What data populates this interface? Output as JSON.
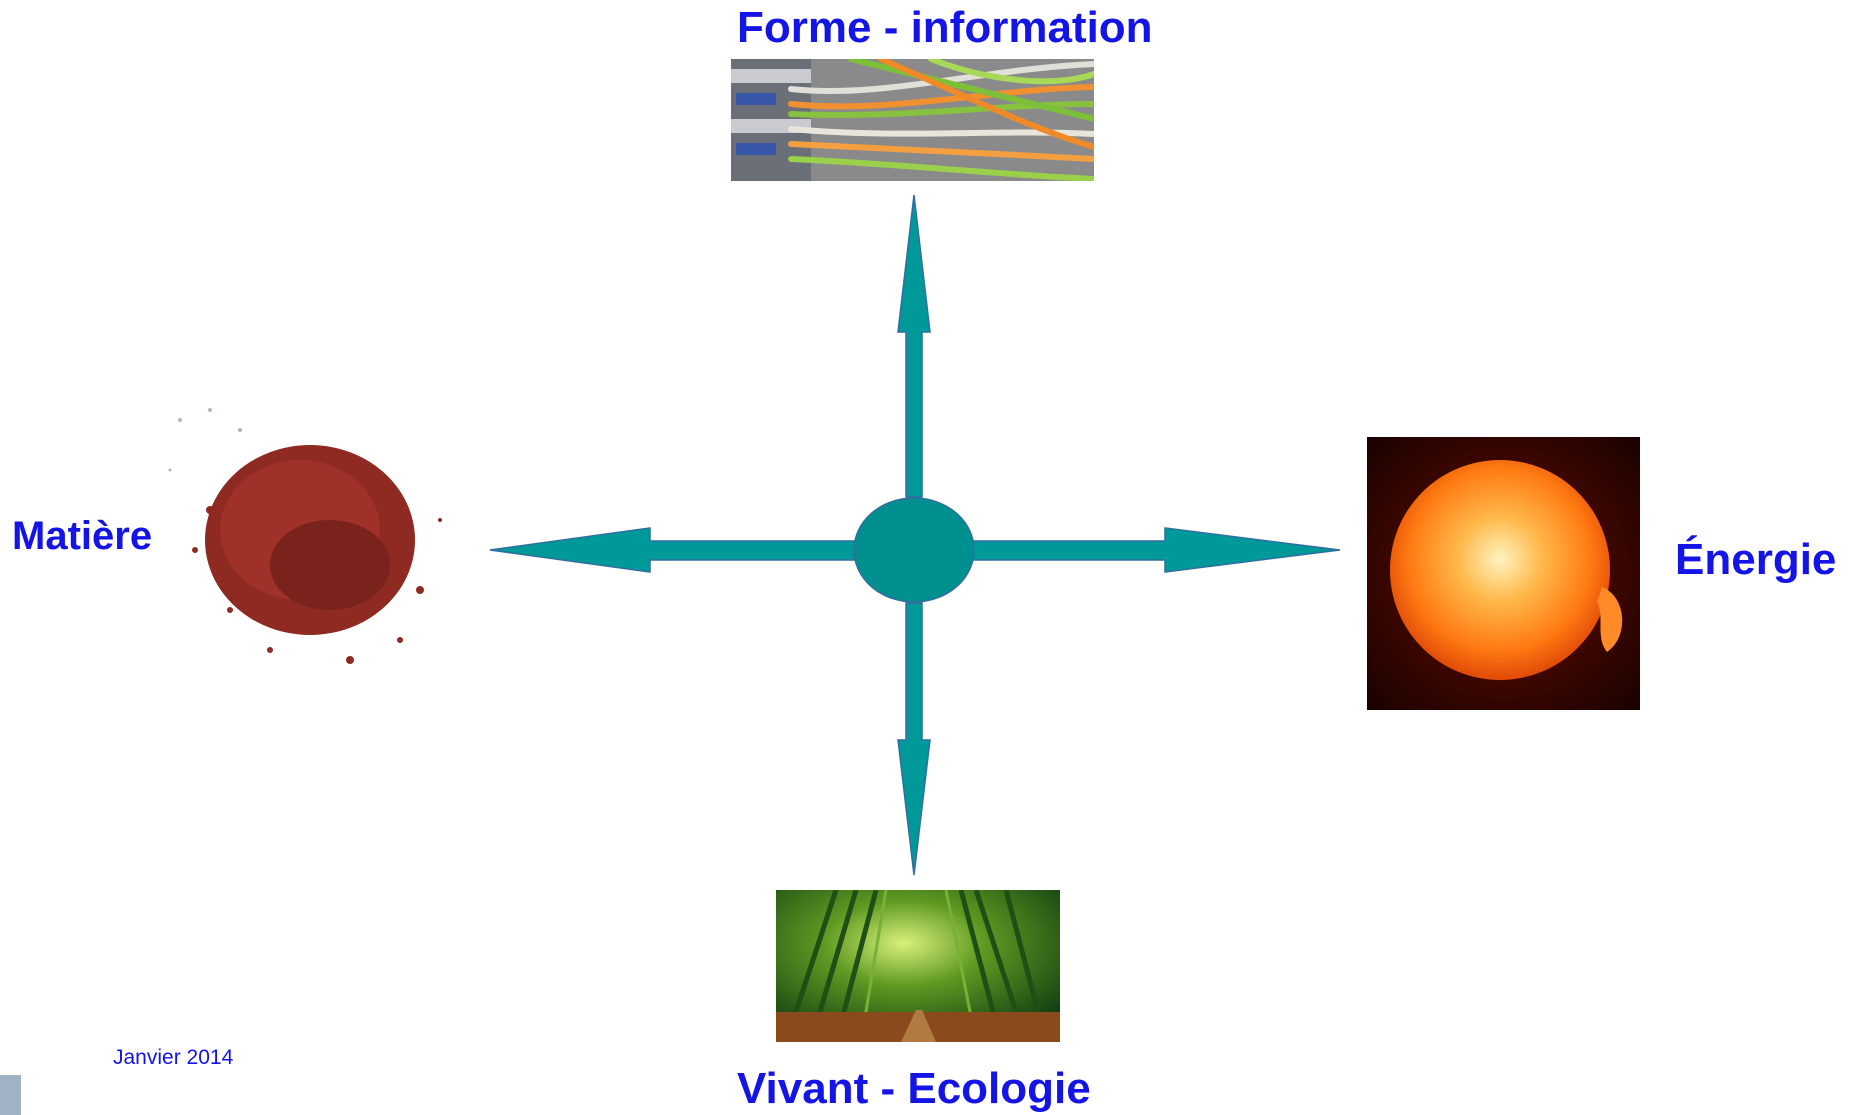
{
  "labels": {
    "top": "Forme - information",
    "bottom": "Vivant - Ecologie",
    "left": "Matière",
    "right": "Énergie"
  },
  "footer": {
    "date": "Janvier 2014"
  },
  "colors": {
    "label": "#1414e6",
    "arrow_fill": "#009999",
    "arrow_stroke": "#2f6f9f",
    "hub_fill": "#008f8f"
  }
}
